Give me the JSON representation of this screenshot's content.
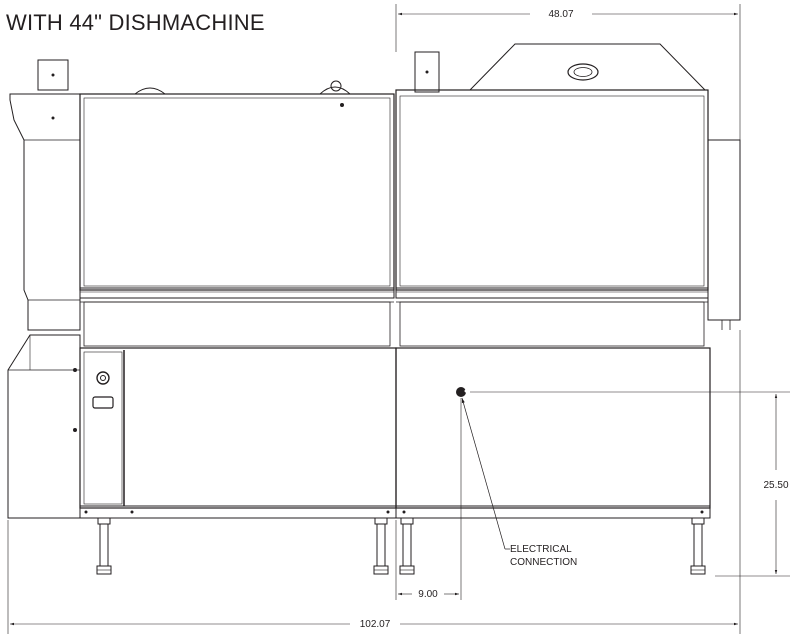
{
  "title": "WITH 44\" DISHMACHINE",
  "dimensions": {
    "overall_width": "102.07",
    "top_section_width": "48.07",
    "connection_height": "25.50",
    "connection_offset": "9.00"
  },
  "callouts": {
    "electrical_line1": "ELECTRICAL",
    "electrical_line2": "CONNECTION"
  }
}
